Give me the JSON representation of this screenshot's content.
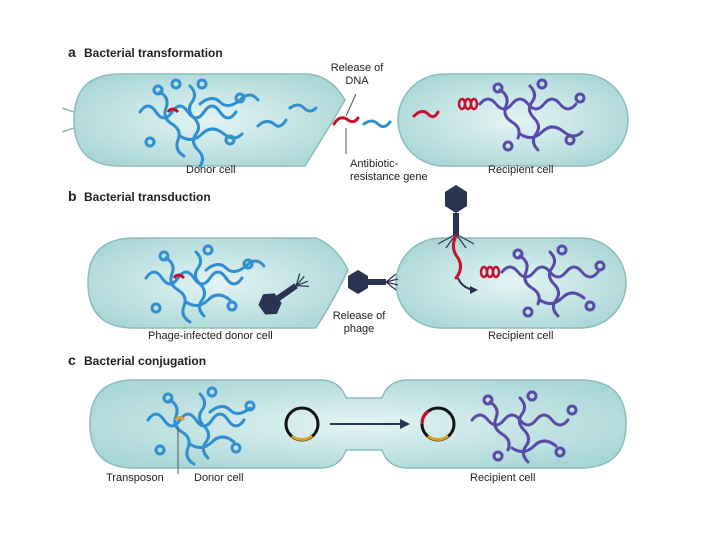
{
  "panel_a": {
    "letter": "a",
    "title": "Bacterial transformation",
    "release_label_1": "Release of",
    "release_label_2": "DNA",
    "donor_label": "Donor cell",
    "gene_label_1": "Antibiotic-",
    "gene_label_2": "resistance gene",
    "recipient_label": "Recipient cell"
  },
  "panel_b": {
    "letter": "b",
    "title": "Bacterial transduction",
    "donor_label": "Phage-infected donor cell",
    "release_label_1": "Release of",
    "release_label_2": "phage",
    "recipient_label": "Recipient cell"
  },
  "panel_c": {
    "letter": "c",
    "title": "Bacterial conjugation",
    "transposon_label": "Transposon",
    "donor_label": "Donor cell",
    "recipient_label": "Recipient cell"
  },
  "colors": {
    "cell_fill": "#bfe3e3",
    "cell_stroke": "#8dbcbc",
    "donor_dna": "#2f8fd0",
    "recipient_dna": "#5a4aa8",
    "resistance_gene": "#c8102e",
    "transposon": "#e0a020",
    "phage": "#2a3450"
  }
}
